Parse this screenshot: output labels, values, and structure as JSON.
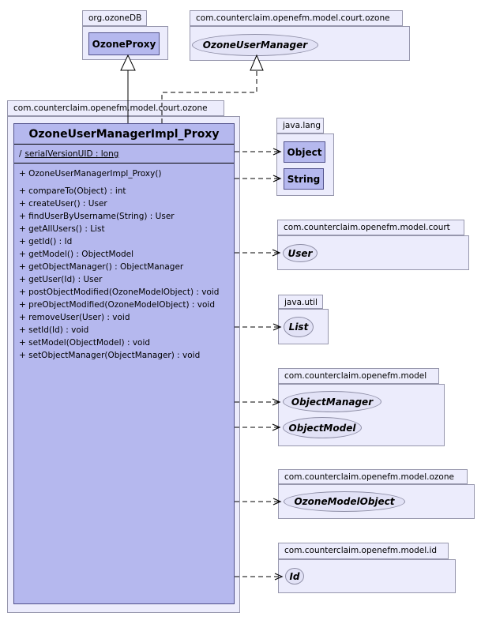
{
  "colors": {
    "package_fill": "#ececfc",
    "package_border": "#9797ad",
    "class_fill": "#b5b8ee",
    "class_border": "#52528c",
    "ellipse_fill": "#e2e2f6",
    "ellipse_border": "#8e8ea6",
    "connector": "#000000"
  },
  "packages": {
    "ozonedb": {
      "name": "org.ozoneDB",
      "class_name": "OzoneProxy"
    },
    "court_ozone_top": {
      "name": "com.counterclaim.openefm.model.court.ozone",
      "interface_name": "OzoneUserManager"
    },
    "main": {
      "name": "com.counterclaim.openefm.model.court.ozone"
    },
    "java_lang": {
      "name": "java.lang",
      "classes": [
        "Object",
        "String"
      ]
    },
    "model_court": {
      "name": "com.counterclaim.openefm.model.court",
      "interface_name": "User"
    },
    "java_util": {
      "name": "java.util",
      "interface_name": "List"
    },
    "model": {
      "name": "com.counterclaim.openefm.model",
      "interfaces": [
        "ObjectManager",
        "ObjectModel"
      ]
    },
    "model_ozone": {
      "name": "com.counterclaim.openefm.model.ozone",
      "interface_name": "OzoneModelObject"
    },
    "model_id": {
      "name": "com.counterclaim.openefm.model.id",
      "interface_name": "Id"
    }
  },
  "main_class": {
    "title": "OzoneUserManagerImpl_Proxy",
    "attribute_prefix": "/",
    "attribute_text": "serialVersionUID : long",
    "constructor": "+ OzoneUserManagerImpl_Proxy()",
    "methods": [
      "+ compareTo(Object) : int",
      "+ createUser() : User",
      "+ findUserByUsername(String) : User",
      "+ getAllUsers() : List",
      "+ getId() : Id",
      "+ getModel() : ObjectModel",
      "+ getObjectManager() : ObjectManager",
      "+ getUser(Id) : User",
      "+ postObjectModified(OzoneModelObject) : void",
      "+ preObjectModified(OzoneModelObject) : void",
      "+ removeUser(User) : void",
      "+ setId(Id) : void",
      "+ setModel(ObjectModel) : void",
      "+ setObjectManager(ObjectManager) : void"
    ]
  }
}
